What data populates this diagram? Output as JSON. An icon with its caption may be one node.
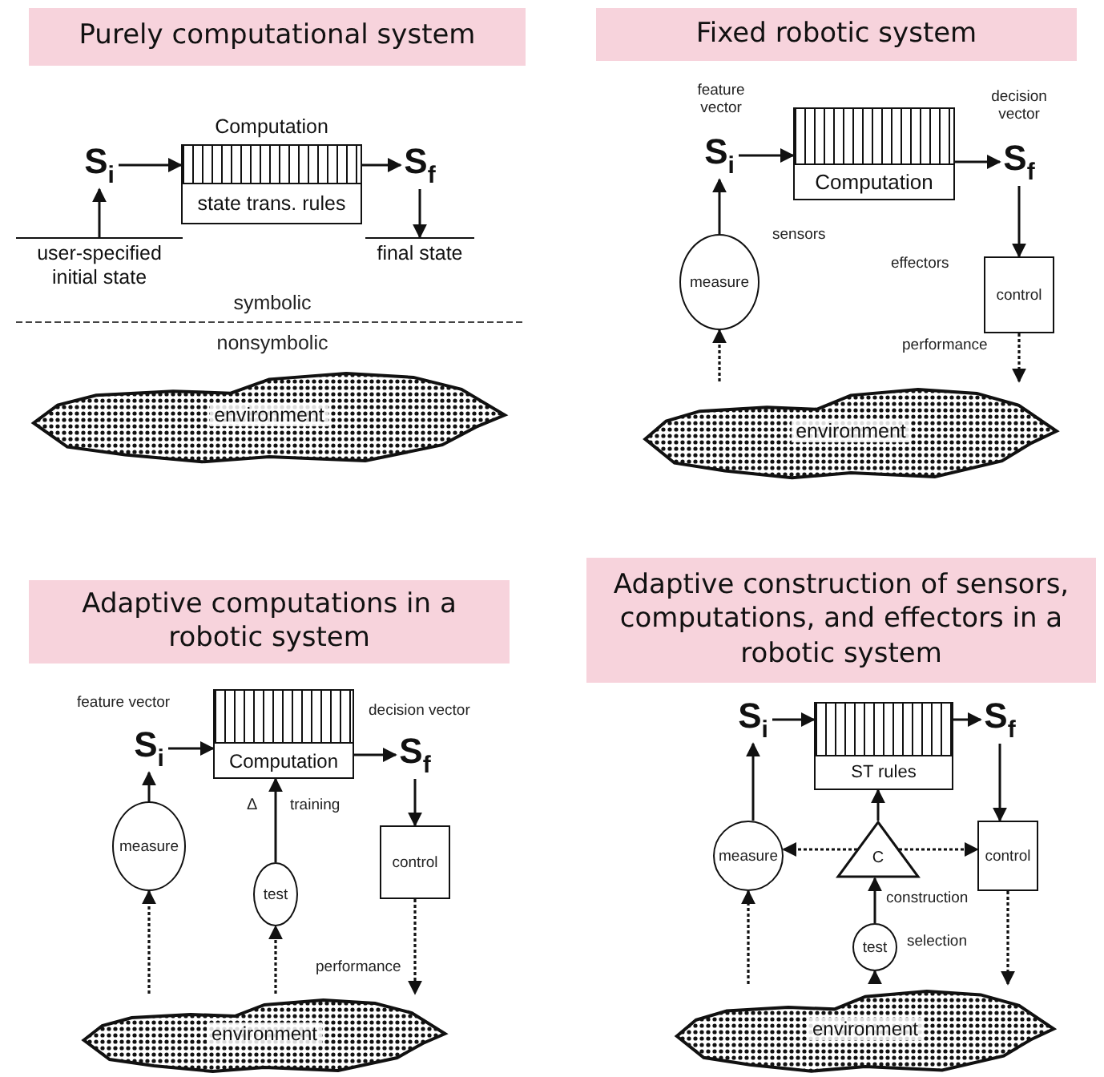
{
  "diagram": {
    "nodes": [
      {
        "text": [
          "Purely computational system"
        ]
      },
      {
        "text": [
          "S$_{i}$"
        ]
      },
      {
        "text": [
          "Computation",
          "state trans. rules"
        ]
      },
      {
        "text": [
          "S$_{f}$"
        ]
      },
      {
        "text": [
          "user-specified initial state"
        ]
      },
      {
        "text": [
          "final state"
        ]
      },
      {
        "text": [
          "environment"
        ]
      },
      {
        "text": [
          "Fixed robotic system"
        ]
      },
      {
        "text": [
          "S$_{i}$"
        ],
        "beside": [
          "feature vector"
        ]
      },
      {
        "text": [
          "Computation"
        ]
      },
      {
        "text": [
          "S$_{f}$"
        ],
        "beside": [
          "decision vector"
        ]
      },
      {
        "text": [
          "measure"
        ],
        "beside": [
          "sensors"
        ]
      },
      {
        "text": [
          "control"
        ],
        "beside": [
          "effectors"
        ]
      },
      {
        "text": [
          "environment"
        ]
      },
      {
        "text": [
          "Adaptive computations in a robotic system"
        ]
      },
      {
        "text": [
          "S$_{i}$"
        ],
        "beside": [
          "feature vector"
        ]
      },
      {
        "text": [
          "Computation"
        ]
      },
      {
        "text": [
          "S$_{f}$"
        ],
        "beside": [
          "decision vector"
        ]
      },
      {
        "text": [
          "measure"
        ]
      },
      {
        "text": [
          "test"
        ]
      },
      {
        "text": [
          "control"
        ]
      },
      {
        "text": [
          "environment"
        ]
      },
      {
        "text": [
          "Adaptive construction of sensors, computations, and effectors in a robotic system"
        ]
      },
      {
        "text": [
          "S$_{i}$"
        ]
      },
      {
        "text": [
          "ST rules"
        ]
      },
      {
        "text": [
          "S$_{f}$"
        ]
      },
      {
        "text": [
          "measure"
        ]
      },
      {
        "text": [
          "C"
        ]
      },
      {
        "text": [
          "control"
        ]
      },
      {
        "text": [
          "test"
        ],
        "beside": [
          "selection"
        ]
      },
      {
        "text": [
          "environment"
        ]
      }
    ],
    "edges": [
      {
        "from": 4,
        "to": 1,
        "arrow": "to"
      },
      {
        "from": 1,
        "to": 2,
        "arrow": "to"
      },
      {
        "from": 2,
        "to": 3,
        "arrow": "to"
      },
      {
        "from": 3,
        "to": 5,
        "arrow": "to"
      },
      {
        "from": 8,
        "to": 9,
        "arrow": "to"
      },
      {
        "from": 9,
        "to": 10,
        "arrow": "to"
      },
      {
        "from": 13,
        "to": 11,
        "arrow": "to",
        "style": "dashed"
      },
      {
        "from": 11,
        "to": 8,
        "arrow": "to"
      },
      {
        "from": 10,
        "to": 12,
        "arrow": "to"
      },
      {
        "from": 12,
        "to": 13,
        "arrow": "to",
        "style": "dashed",
        "label": "performance"
      },
      {
        "from": 15,
        "to": 16,
        "arrow": "to"
      },
      {
        "from": 16,
        "to": 17,
        "arrow": "to"
      },
      {
        "from": 18,
        "to": 15,
        "arrow": "to"
      },
      {
        "from": 21,
        "to": 18,
        "arrow": "to",
        "style": "dashed"
      },
      {
        "from": 19,
        "to": 16,
        "arrow": "to",
        "label": "training"
      },
      {
        "from": 21,
        "to": 19,
        "arrow": "to",
        "style": "dashed"
      },
      {
        "from": 17,
        "to": 20,
        "arrow": "to"
      },
      {
        "from": 20,
        "to": 21,
        "arrow": "to",
        "style": "dashed",
        "label": "performance"
      },
      {
        "from": 23,
        "to": 24,
        "arrow": "to"
      },
      {
        "from": 24,
        "to": 25,
        "arrow": "to"
      },
      {
        "from": 26,
        "to": 23,
        "arrow": "to"
      },
      {
        "from": 25,
        "to": 28,
        "arrow": "to"
      },
      {
        "from": 27,
        "to": 24,
        "arrow": "to"
      },
      {
        "from": 27,
        "to": 26,
        "arrow": "to",
        "style": "dashed"
      },
      {
        "from": 27,
        "to": 28,
        "arrow": "to",
        "style": "dashed"
      },
      {
        "from": 29,
        "to": 27,
        "arrow": "to",
        "label": "construction"
      },
      {
        "from": 30,
        "to": 26,
        "arrow": "to",
        "style": "dashed"
      },
      {
        "from": 30,
        "to": 29,
        "arrow": "to",
        "style": "dashed"
      },
      {
        "from": 28,
        "to": 30,
        "arrow": "to",
        "style": "dashed"
      }
    ],
    "labels": [
      "symbolic",
      "nonsymbolic",
      "Δ"
    ]
  }
}
